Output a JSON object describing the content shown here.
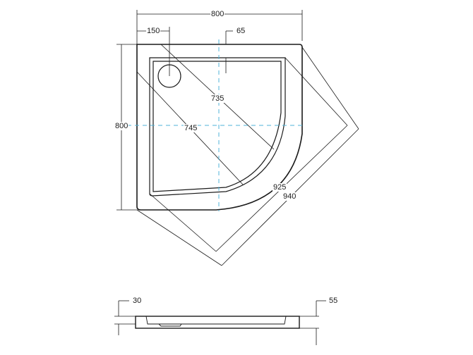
{
  "drawing": {
    "title": "Quadrant shower tray technical drawing",
    "colors": {
      "line": "#1a1a1a",
      "centerline": "#4fb3d9",
      "background": "#ffffff"
    }
  },
  "top_view": {
    "dimensions": {
      "overall_width": "800",
      "waste_offset": "150",
      "rim_width": "65",
      "overall_depth": "800",
      "inner_diagonal": "735",
      "outer_diagonal": "745",
      "front_chord_inner": "925",
      "front_chord_outer": "940"
    }
  },
  "side_view": {
    "dimensions": {
      "base_height": "30",
      "total_height": "55"
    }
  }
}
